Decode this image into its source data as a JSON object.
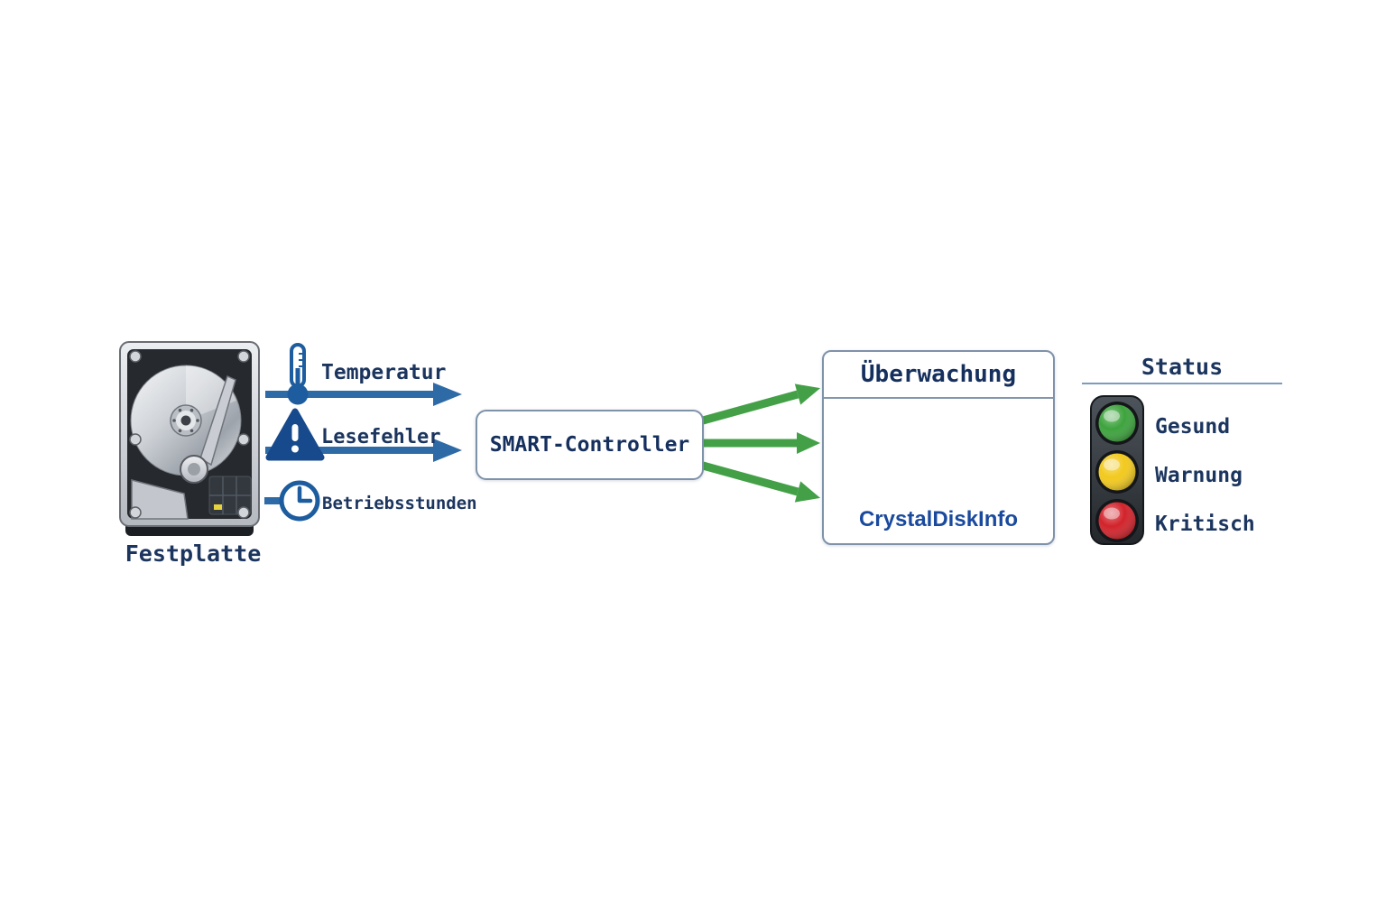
{
  "source": {
    "label": "Festplatte"
  },
  "metrics": [
    {
      "label": "Temperatur",
      "icon": "thermometer-icon"
    },
    {
      "label": "Lesefehler",
      "icon": "warning-icon"
    },
    {
      "label": "Betriebsstunden",
      "icon": "clock-icon"
    }
  ],
  "controller": {
    "label": "SMART-Controller"
  },
  "monitoring": {
    "title": "Überwachung",
    "app": "CrystalDiskInfo"
  },
  "status": {
    "title": "Status",
    "levels": [
      {
        "label": "Gesund",
        "color": "#3da33d"
      },
      {
        "label": "Warnung",
        "color": "#f2c91e"
      },
      {
        "label": "Kritisch",
        "color": "#d2232b"
      }
    ]
  },
  "colors": {
    "arrow_blue": "#2e6ba6",
    "arrow_green": "#43a047",
    "icon_blue": "#1d5c9e",
    "text_navy": "#1b355e",
    "app_blue": "#1a4a9e",
    "box_border": "#7e92aa"
  }
}
